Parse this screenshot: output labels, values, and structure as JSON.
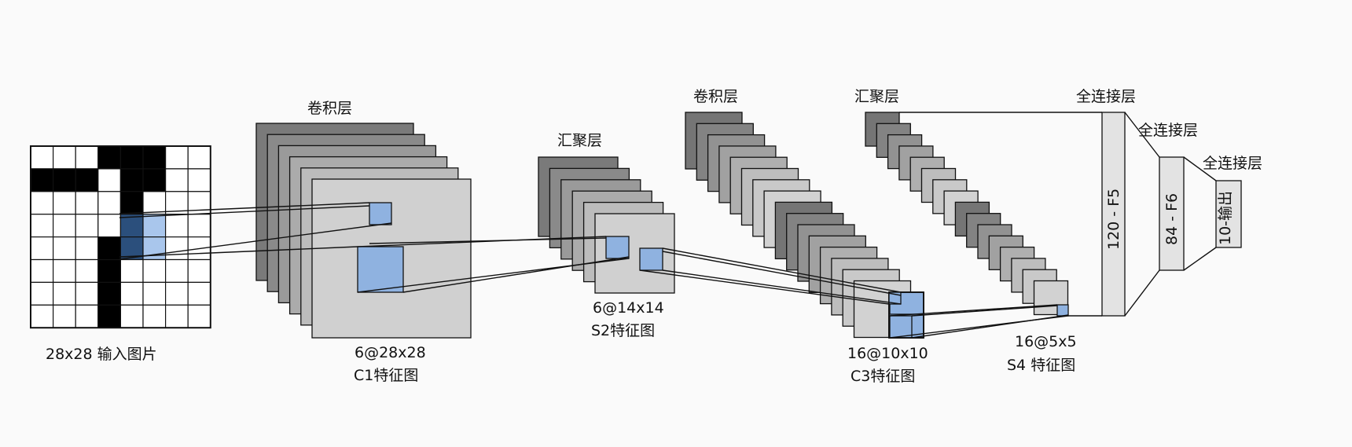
{
  "labels": {
    "input_caption": "28x28 输入图片",
    "c1_layer": "卷积层",
    "c1_size": "6@28x28",
    "c1_name": "C1特征图",
    "s2_layer": "汇聚层",
    "s2_size": "6@14x14",
    "s2_name": "S2特征图",
    "c3_layer": "卷积层",
    "c3_size": "16@10x10",
    "c3_name": "C3特征图",
    "s4_layer": "汇聚层",
    "s4_size": "16@5x5",
    "s4_name": "S4 特征图",
    "f5_layer": "全连接层",
    "f5_text": "120 - F5",
    "f6_layer": "全连接层",
    "f6_text": "84 - F6",
    "out_layer": "全连接层",
    "out_text": "10-输出"
  },
  "colors": {
    "background": "#fafafa",
    "grid_black": "#000000",
    "receptive_dark": "#2b4f7c",
    "receptive_light": "#a9c6ec",
    "patch_blue": "#8fb2e0",
    "map_shades": [
      "#7a7a7a",
      "#8c8c8c",
      "#9e9e9e",
      "#b0b0b0",
      "#c2c2c2",
      "#d0d0d0"
    ],
    "fc_fill": "#e3e3e3"
  },
  "input_grid": {
    "rows": 8,
    "cols": 8,
    "black_cells": [
      [
        0,
        3
      ],
      [
        0,
        4
      ],
      [
        0,
        5
      ],
      [
        1,
        0
      ],
      [
        1,
        1
      ],
      [
        1,
        2
      ],
      [
        1,
        4
      ],
      [
        1,
        5
      ],
      [
        2,
        4
      ],
      [
        4,
        3
      ],
      [
        5,
        3
      ],
      [
        6,
        3
      ],
      [
        7,
        3
      ]
    ],
    "dark_blue_cells": [
      [
        3,
        4
      ],
      [
        4,
        4
      ]
    ],
    "light_blue_cells": [
      [
        3,
        5
      ],
      [
        4,
        5
      ]
    ]
  },
  "stacks": {
    "c1_count": 6,
    "s2_count": 6,
    "c3_count": 16,
    "s4_count": 16
  }
}
